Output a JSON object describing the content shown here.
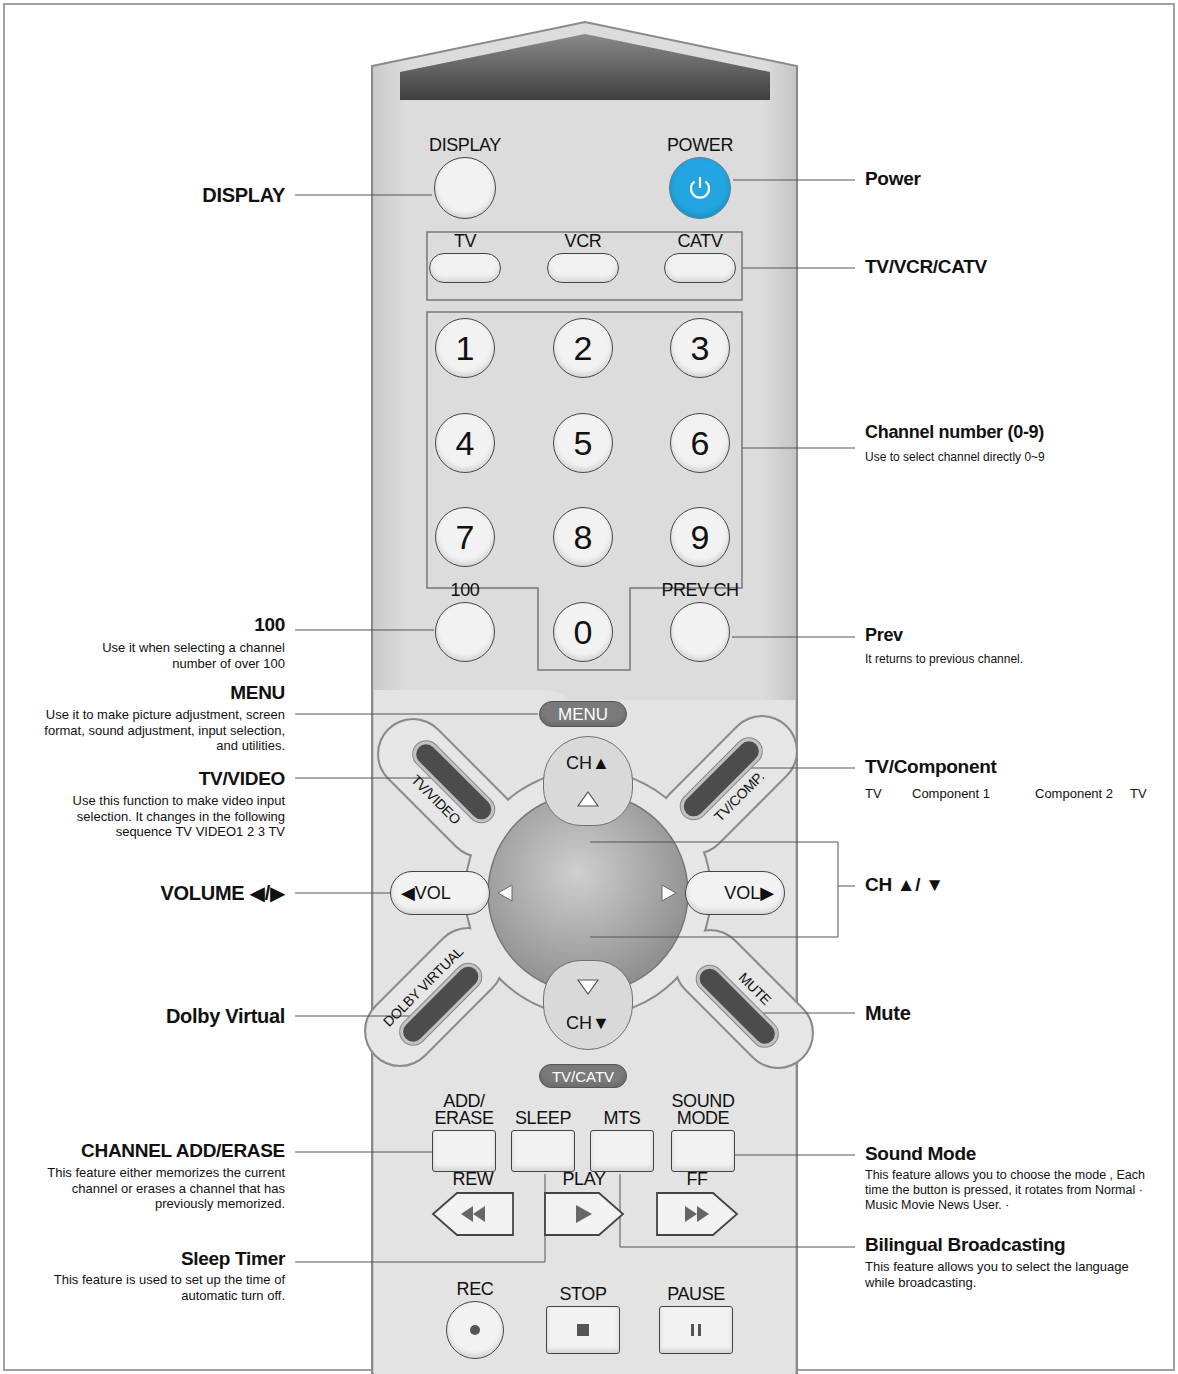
{
  "diagram": {
    "nodes": [
      {
        "text": [
          "DISPLAY"
        ]
      },
      {
        "text": [
          "POWER"
        ]
      },
      {
        "text": [
          "TV"
        ]
      },
      {
        "text": [
          "VCR"
        ]
      },
      {
        "text": [
          "CATV"
        ]
      },
      {
        "text": [
          "1"
        ]
      },
      {
        "text": [
          "2"
        ]
      },
      {
        "text": [
          "3"
        ]
      },
      {
        "text": [
          "4"
        ]
      },
      {
        "text": [
          "5"
        ]
      },
      {
        "text": [
          "6"
        ]
      },
      {
        "text": [
          "7"
        ]
      },
      {
        "text": [
          "8"
        ]
      },
      {
        "text": [
          "9"
        ]
      },
      {
        "text": [
          "100"
        ]
      },
      {
        "text": [
          "0"
        ]
      },
      {
        "text": [
          "PREV CH"
        ]
      },
      {
        "text": [
          "MENU"
        ]
      },
      {
        "text": [
          "TV/VIDEO"
        ]
      },
      {
        "text": [
          "CH▲"
        ]
      },
      {
        "text": [
          "TV/COMP."
        ]
      },
      {
        "text": [
          "◀VOL"
        ]
      },
      {
        "text": [
          "VOL▶"
        ]
      },
      {
        "text": [
          "DOLBY VIRTUAL"
        ]
      },
      {
        "text": [
          "MUTE"
        ]
      },
      {
        "text": [
          "CH▼"
        ]
      },
      {
        "text": [
          "TV/CATV"
        ]
      },
      {
        "text": [
          "ADD/ ERASE"
        ]
      },
      {
        "text": [
          "SLEEP"
        ]
      },
      {
        "text": [
          "MTS"
        ]
      },
      {
        "text": [
          "SOUND MODE"
        ]
      },
      {
        "text": [
          "REW"
        ]
      },
      {
        "text": [
          "PLAY"
        ]
      },
      {
        "text": [
          "FF"
        ]
      },
      {
        "text": [
          "REC"
        ]
      },
      {
        "text": [
          "STOP"
        ]
      },
      {
        "text": [
          "PAUSE"
        ]
      }
    ],
    "labels": [
      "DISPLAY",
      "Power",
      "TV/VCR/CATV",
      "Channel number (0-9)",
      "Use to select channel directly 0~9",
      "100",
      "Use it when selecting a channel number of over 100",
      "Prev",
      "It returns to previous channel.",
      "MENU",
      "Use it to make picture adjustment, screen format, sound adjustment, input selection, and utilities.",
      "TV/VIDEO",
      "Use this function to make video input selection. It changes in the following sequence TV VIDEO1 2 3 TV",
      "TV/Component",
      "TV",
      "Component 1",
      "Component 2",
      "TV",
      "VOLUME ◀/▶",
      "CH ▲/ ▼",
      "Dolby Virtual",
      "Mute",
      "CHANNEL ADD/ERASE",
      "This feature either memorizes the current channel or erases a channel that has previously memorized.",
      "Sound Mode",
      "This feature allows you to choose the mode , Each time the button is pressed, it rotates from Normal · Music Movie News User. ·",
      "Sleep Timer",
      "This feature is used to set up the time of automatic turn off.",
      "Bilingual Broadcasting",
      "This feature allows you to select the language while broadcasting."
    ]
  }
}
